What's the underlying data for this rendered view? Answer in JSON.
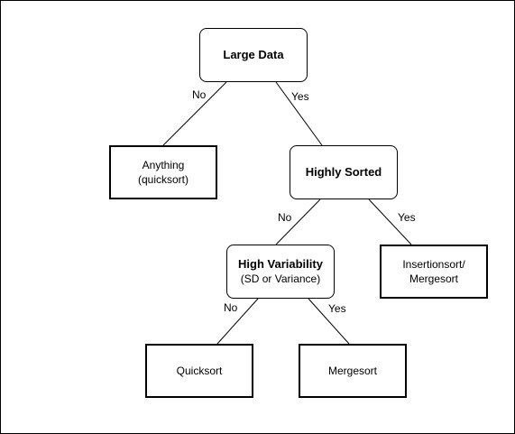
{
  "nodes": {
    "large_data": {
      "label": "Large Data"
    },
    "anything": {
      "line1": "Anything",
      "line2": "(quicksort)"
    },
    "highly_sorted": {
      "label": "Highly Sorted"
    },
    "high_variability": {
      "label": "High Variability",
      "sub": "(SD or Variance)"
    },
    "insertionsort": {
      "line1": "Insertionsort/",
      "line2": "Mergesort"
    },
    "quicksort": {
      "label": "Quicksort"
    },
    "mergesort": {
      "label": "Mergesort"
    }
  },
  "edges": {
    "large_data_no": "No",
    "large_data_yes": "Yes",
    "highly_sorted_no": "No",
    "highly_sorted_yes": "Yes",
    "high_variability_no": "No",
    "high_variability_yes": "Yes"
  }
}
